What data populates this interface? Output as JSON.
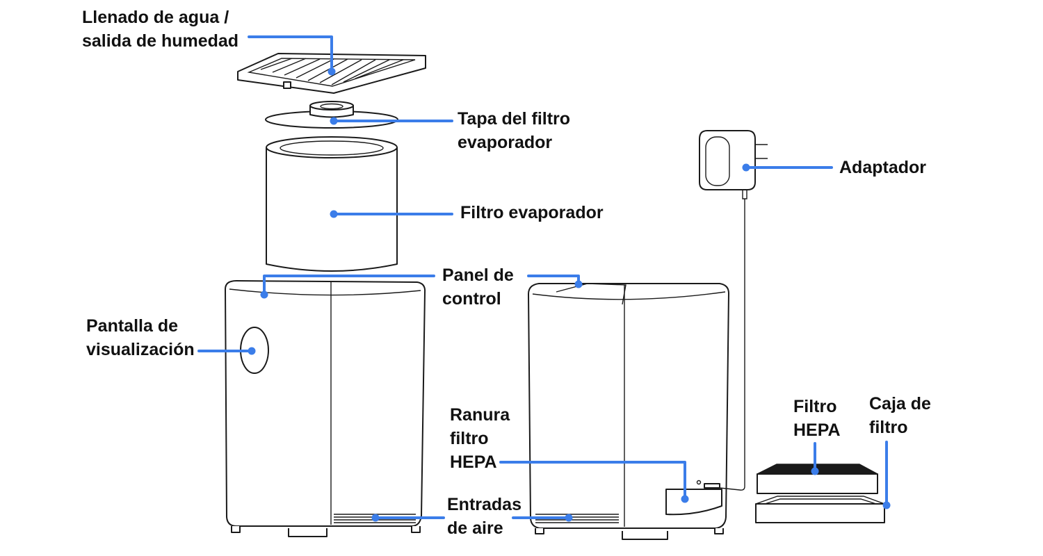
{
  "colors": {
    "callout": "#3b7de9",
    "outline": "#1a1a1a",
    "text": "#111111",
    "background": "#ffffff"
  },
  "labels": {
    "water_fill": [
      "Llenado de agua /",
      "salida de humedad"
    ],
    "filter_cap": [
      "Tapa del filtro",
      "evaporador"
    ],
    "evaporator_filter": [
      "Filtro evaporador"
    ],
    "control_panel": [
      "Panel de",
      "control"
    ],
    "display": [
      "Pantalla de",
      "visualización"
    ],
    "adapter": [
      "Adaptador"
    ],
    "hepa_slot": [
      "Ranura",
      "filtro",
      "HEPA"
    ],
    "hepa_filter": [
      "Filtro",
      "HEPA"
    ],
    "filter_box": [
      "Caja de",
      "filtro"
    ],
    "air_inlets": [
      "Entradas",
      "de aire"
    ]
  }
}
